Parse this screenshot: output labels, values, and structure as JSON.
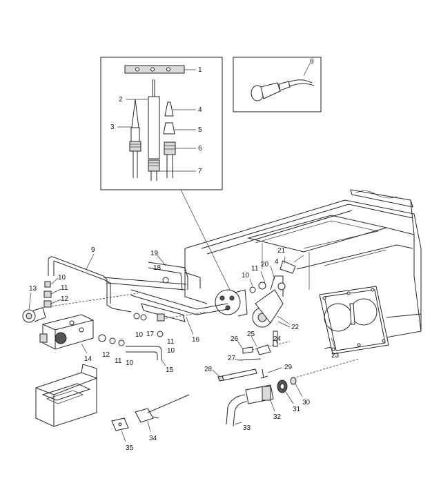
{
  "diagram": {
    "labels": {
      "l1": "1",
      "l2": "2",
      "l3": "3",
      "l4": "4",
      "l5": "5",
      "l6": "6",
      "l7": "7",
      "l8": "8",
      "l9": "9",
      "l10a": "10",
      "l10b": "10",
      "l10c": "10",
      "l10d": "10",
      "l10e": "10",
      "l11a": "11",
      "l11b": "11",
      "l11c": "11",
      "l11d": "11",
      "l12a": "12",
      "l12b": "12",
      "l13": "13",
      "l14": "14",
      "l15": "15",
      "l16": "16",
      "l17": "17",
      "l18": "18",
      "l19": "19",
      "l20": "20",
      "l21": "21",
      "l22": "22",
      "l23": "23",
      "l24": "24",
      "l25": "25",
      "l26": "26",
      "l27": "27",
      "l28": "28",
      "l29": "29",
      "l30": "30",
      "l31": "31",
      "l32": "32",
      "l33": "33",
      "l34": "34",
      "l35": "35"
    },
    "colors": {
      "line": "#222222",
      "background": "#ffffff",
      "shade": "#d9d9d9"
    }
  }
}
